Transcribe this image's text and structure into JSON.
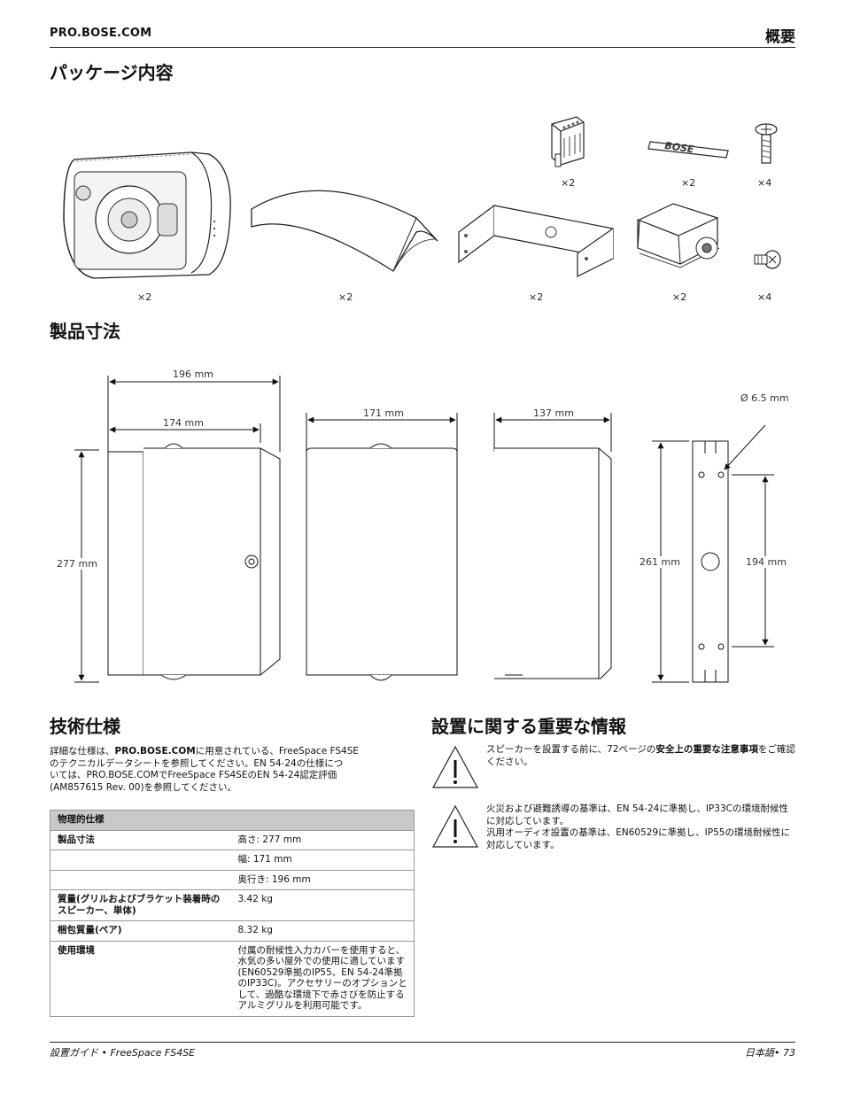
{
  "header": {
    "site": "PRO.BOSE.COM",
    "section": "概要"
  },
  "package": {
    "title": "パッケージ内容",
    "qty": {
      "terminal": "×2",
      "logo": "×2",
      "screw_long": "×4",
      "speaker": "×2",
      "grille": "×2",
      "bracket": "×2",
      "cover": "×2",
      "screw_short": "×4"
    }
  },
  "dimensions": {
    "title": "製品寸法",
    "labels": {
      "w196": "196 mm",
      "w174": "174 mm",
      "h277": "277 mm",
      "w171": "171 mm",
      "w137": "137 mm",
      "dia": "Ø 6.5 mm",
      "h261": "261 mm",
      "h194": "194 mm"
    }
  },
  "specs": {
    "title": "技術仕様",
    "intro": {
      "p1_pre": "詳細な仕様は、",
      "p1_bold": "PRO.BOSE.COM",
      "p1_post": "に用意されている、FreeSpace FS4SE",
      "p2": "のテクニカルデータシートを参照してください。EN 54-24の仕様につ",
      "p3": "いては、PRO.BOSE.COMでFreeSpace FS4SEのEN 54-24認定評価",
      "p4": "(AM857615 Rev. 00)を参照してください。"
    },
    "table": {
      "header": "物理的仕様",
      "rows": [
        {
          "k": "製品寸法",
          "v": "高さ: 277 mm"
        },
        {
          "k": "",
          "v": "幅: 171 mm"
        },
        {
          "k": "",
          "v": "奥行き: 196 mm"
        },
        {
          "k": "質量(グリルおよびブラケット装着時のスピーカー、単体)",
          "v": "3.42 kg"
        },
        {
          "k": "梱包質量(ペア)",
          "v": "8.32 kg"
        },
        {
          "k": "使用環境",
          "v": "付属の耐候性入力カバーを使用すると、水気の多い屋外での使用に適しています(EN60529準拠のIP55、EN 54-24準拠のIP33C)。アクセサリーのオプションとして、過酷な環境下で赤さびを防止するアルミグリルを利用可能です。"
        }
      ]
    }
  },
  "safety": {
    "title": "設置に関する重要な情報",
    "n1_pre": "スピーカーを設置する前に、72ページの",
    "n1_bold": "安全上の重要な注意事項",
    "n1_post": "をご確認ください。",
    "n2a": "火災および避難誘導の基準は、EN 54-24に準拠し、IP33Cの環境耐候性に対応しています。",
    "n2b": "汎用オーディオ設置の基準は、EN60529に準拠し、IP55の環境耐候性に対応しています。"
  },
  "footer": {
    "left": "設置ガイド • FreeSpace FS4SE",
    "right": "日本語• 73"
  }
}
